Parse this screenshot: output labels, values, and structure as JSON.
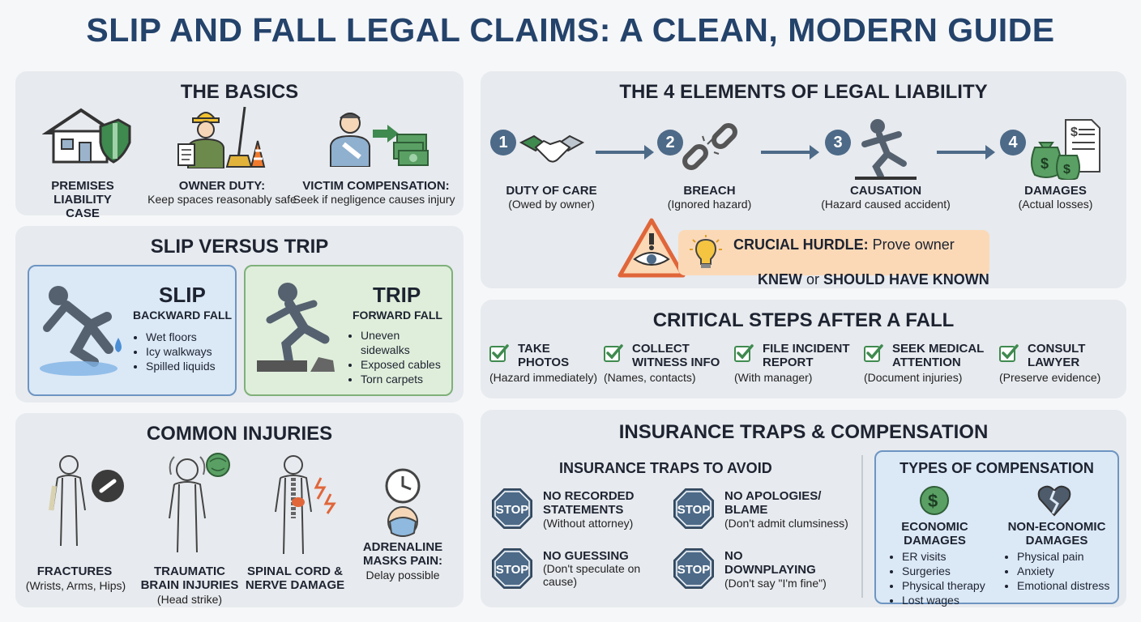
{
  "title": "SLIP AND FALL LEGAL CLAIMS: A CLEAN, MODERN GUIDE",
  "basics": {
    "heading": "THE BASICS",
    "items": [
      {
        "label": "PREMISES\nLIABILITY CASE",
        "desc": ""
      },
      {
        "label": "OWNER DUTY:",
        "desc": "Keep spaces reasonably safe"
      },
      {
        "label": "VICTIM COMPENSATION:",
        "desc": "Seek if negligence causes injury"
      }
    ]
  },
  "slip_trip": {
    "heading": "SLIP VERSUS TRIP",
    "slip": {
      "title": "SLIP",
      "subtitle": "BACKWARD FALL",
      "bullets": [
        "Wet floors",
        "Icy walkways",
        "Spilled liquids"
      ]
    },
    "trip": {
      "title": "TRIP",
      "subtitle": "FORWARD FALL",
      "bullets": [
        "Uneven sidewalks",
        "Exposed cables",
        "Torn carpets"
      ]
    }
  },
  "injuries": {
    "heading": "COMMON INJURIES",
    "items": [
      {
        "label": "FRACTURES",
        "desc": "(Wrists, Arms, Hips)"
      },
      {
        "label": "TRAUMATIC\nBRAIN INJURIES",
        "desc": "(Head strike)"
      },
      {
        "label": "SPINAL CORD &\nNERVE DAMAGE",
        "desc": ""
      },
      {
        "label": "ADRENALINE\nMASKS PAIN:",
        "desc": "Delay possible"
      }
    ]
  },
  "elements": {
    "heading": "THE 4 ELEMENTS OF LEGAL LIABILITY",
    "items": [
      {
        "num": "1",
        "label": "DUTY OF CARE",
        "desc": "(Owed by owner)"
      },
      {
        "num": "2",
        "label": "BREACH",
        "desc": "(Ignored hazard)"
      },
      {
        "num": "3",
        "label": "CAUSATION",
        "desc": "(Hazard caused accident)"
      },
      {
        "num": "4",
        "label": "DAMAGES",
        "desc": "(Actual losses)"
      }
    ],
    "hurdle": {
      "line1_bold": "CRUCIAL HURDLE:",
      "line1_rest": " Prove owner",
      "line2_a": "KNEW",
      "line2_b": " or ",
      "line2_c": "SHOULD HAVE KNOWN"
    }
  },
  "steps": {
    "heading": "CRITICAL STEPS AFTER A FALL",
    "items": [
      {
        "label": "TAKE\nPHOTOS",
        "desc": "(Hazard immediately)"
      },
      {
        "label": "COLLECT\nWITNESS INFO",
        "desc": "(Names, contacts)"
      },
      {
        "label": "FILE INCIDENT\nREPORT",
        "desc": "(With manager)"
      },
      {
        "label": "SEEK MEDICAL\nATTENTION",
        "desc": "(Document injuries)"
      },
      {
        "label": "CONSULT\nLAWYER",
        "desc": "(Preserve evidence)"
      }
    ]
  },
  "insurance": {
    "heading": "INSURANCE TRAPS & COMPENSATION",
    "traps_heading": "INSURANCE TRAPS TO AVOID",
    "stop_text": "STOP",
    "traps": [
      {
        "label": "NO RECORDED\nSTATEMENTS",
        "desc": "(Without attorney)"
      },
      {
        "label": "NO APOLOGIES/\nBLAME",
        "desc": "(Don't admit clumsiness)"
      },
      {
        "label": "NO GUESSING",
        "desc": "(Don't speculate on\ncause)"
      },
      {
        "label": "NO\nDOWNPLAYING",
        "desc": "(Don't say \"I'm fine\")"
      }
    ],
    "comp": {
      "heading": "TYPES OF COMPENSATION",
      "economic": {
        "label": "ECONOMIC\nDAMAGES",
        "bullets": [
          "ER visits",
          "Surgeries",
          "Physical therapy",
          "Lost wages"
        ]
      },
      "noneconomic": {
        "label": "NON-ECONOMIC\nDAMAGES",
        "bullets": [
          "Physical pain",
          "Anxiety",
          "Emotional distress"
        ]
      }
    }
  },
  "colors": {
    "title": "#24436b",
    "panel": "#e7eaee",
    "accent": "#4d6a88",
    "green": "#3f8a4f",
    "stop": "#4d6a88",
    "hurdle": "#fbd9b7"
  }
}
